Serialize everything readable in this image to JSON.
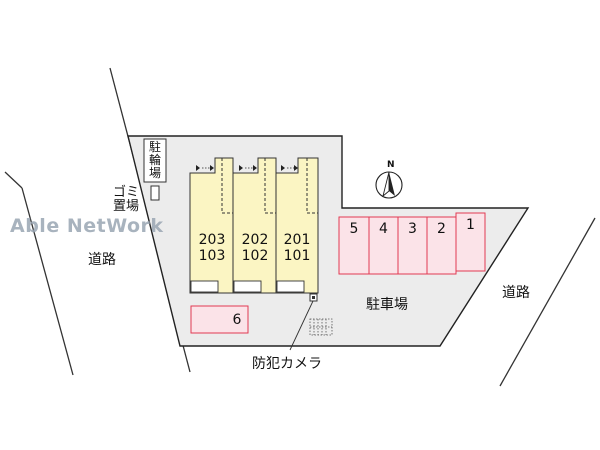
{
  "watermark": "Able NetWork",
  "bike_parking": {
    "chars": [
      "駐",
      "輪",
      "場"
    ]
  },
  "garbage": {
    "line1": "ゴミ",
    "line2": "置場"
  },
  "roads": {
    "left": "道路",
    "right": "道路"
  },
  "parking_label": "駐車場",
  "camera_label": "防犯カメラ",
  "units": [
    {
      "upper": "203",
      "lower": "103"
    },
    {
      "upper": "202",
      "lower": "102"
    },
    {
      "upper": "201",
      "lower": "101"
    }
  ],
  "spaces": [
    "5",
    "4",
    "3",
    "2",
    "1",
    "6"
  ],
  "compass": {
    "letter": "N"
  },
  "colors": {
    "building": "#fbf5c3",
    "parking_space_fill": "#fbe3e8",
    "parking_space_border": "#e23a52",
    "site": "#ececec"
  }
}
